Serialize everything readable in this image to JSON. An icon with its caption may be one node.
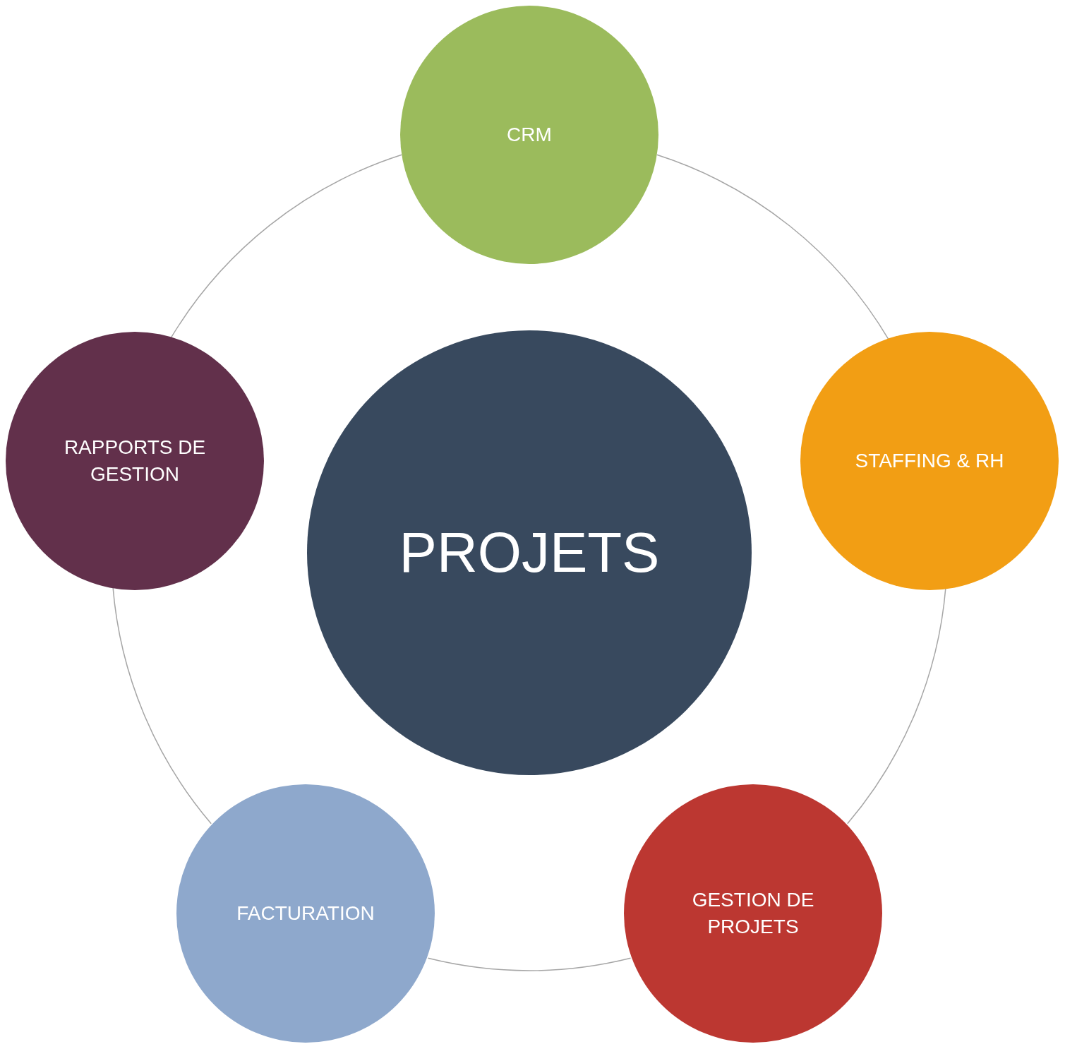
{
  "diagram": {
    "nodes": [
      {
        "text": [
          "PROJETS"
        ]
      },
      {
        "text": [
          "CRM"
        ]
      },
      {
        "text": [
          "STAFFING & RH"
        ]
      },
      {
        "text": [
          "GESTION DE PROJETS"
        ]
      },
      {
        "text": [
          "FACTURATION"
        ]
      },
      {
        "text": [
          "RAPPORTS DE GESTION"
        ]
      }
    ],
    "edges": [
      {
        "from": 1,
        "to": 2,
        "arrow": "none"
      },
      {
        "from": 2,
        "to": 3,
        "arrow": "none"
      },
      {
        "from": 3,
        "to": 4,
        "arrow": "none"
      },
      {
        "from": 4,
        "to": 5,
        "arrow": "none"
      },
      {
        "from": 5,
        "to": 1,
        "arrow": "none"
      }
    ]
  }
}
